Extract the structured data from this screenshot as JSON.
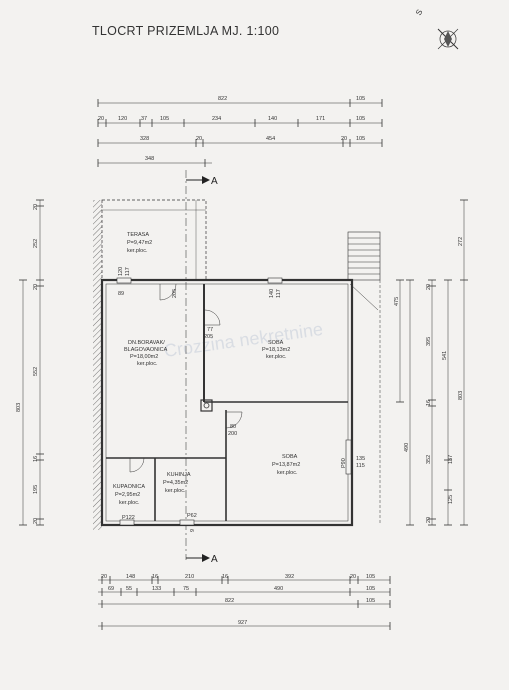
{
  "title": "TLOCRT PRIZEMLJA MJ. 1:100",
  "compass": {
    "label": "S",
    "icon": "north-arrow-icon"
  },
  "section_marker": "A",
  "watermark": "Crozzina nekretnine",
  "rooms": [
    {
      "key": "terasa",
      "name": "TERASA",
      "area": "P=9,47m2",
      "floor": "ker.ploc."
    },
    {
      "key": "dnevni",
      "name": "DN.BORAVAK/",
      "name2": "BLAGOVAONICA",
      "area": "P=18,00m2",
      "floor": "ker.ploc."
    },
    {
      "key": "soba1",
      "name": "SOBA",
      "area": "P=18,13m2",
      "floor": "ker.ploc."
    },
    {
      "key": "soba2",
      "name": "SOBA",
      "area": "P=13,87m2",
      "floor": "ker.ploc."
    },
    {
      "key": "kupaonica",
      "name": "KUPAONICA",
      "area": "P=2,95m2",
      "floor": "ker.ploc."
    },
    {
      "key": "kuhinja",
      "name": "KUHINJA",
      "area": "P=4,35m2",
      "floor": "ker.ploc."
    }
  ],
  "openings": {
    "o1": "120",
    "o1b": "117",
    "o2": "89",
    "o3": "205",
    "o4": "140",
    "o4b": "117",
    "o5": "77",
    "o5b": "205",
    "o6": "80",
    "o6b": "200",
    "o7": "P90",
    "o8": "135",
    "o8b": "115",
    "o9": "P122",
    "o10": "P62",
    "o11": "9"
  },
  "dims_top": {
    "row1": [
      "822",
      "105"
    ],
    "row2": [
      "20",
      "120",
      "37",
      "105",
      "234",
      "140",
      "171",
      "105"
    ],
    "row3": [
      "328",
      "20",
      "454",
      "20",
      "105"
    ],
    "row4": [
      "348"
    ]
  },
  "dims_bottom": {
    "row1": [
      "20",
      "148",
      "16",
      "210",
      "16",
      "392",
      "20",
      "105"
    ],
    "row2": [
      "69",
      "55",
      "133",
      "75",
      "490",
      "105"
    ],
    "row3": [
      "822",
      "105"
    ],
    "row4": [
      "927"
    ]
  },
  "dims_left": {
    "total": "803",
    "parts": [
      "20",
      "252",
      "20",
      "552",
      "16",
      "195",
      "20"
    ]
  },
  "dims_right": {
    "inner1": "475",
    "inner2": "490",
    "c1": [
      "20",
      "352",
      "20"
    ],
    "c2": [
      "395",
      "16",
      "137",
      "125"
    ],
    "c3": [
      "541"
    ],
    "c4": [
      "272",
      "803"
    ]
  }
}
